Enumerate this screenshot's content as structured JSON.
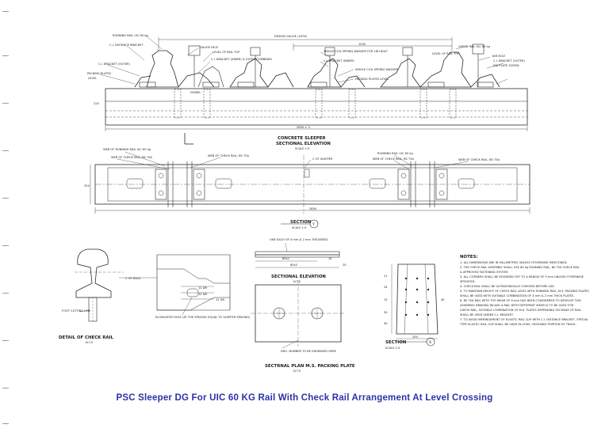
{
  "caption": "PSC Sleeper DG For UIC 60 KG Rail With Check Rail Arrangement At Level Crossing",
  "elevation": {
    "labels": {
      "running_rail": "RUNNING RAIL UIC 60 kg",
      "ci_distance_bracket": "C.I. DISTANCE BRACKET",
      "ci_bracket_outer": "C.I. BRACKET (OUTER)",
      "packing_plates": "PACKING PLATES",
      "level": "LEVEL",
      "gauge_face": "GAUGE FACE",
      "level_rail_top": "LEVEL OF RAIL TOP",
      "ci_bracket_inner": "C.I. BRACKET (INNER) & OUTER COMBINED",
      "design_gauge": "DESIGN GAUGE (1676)",
      "single_coil_washer_bolt": "SINGLE COIL SPRING WASHER FOR 18H BOLT",
      "ci_bracket_inner_short": "C.I. BRACKET (INNER)",
      "single_coil_washer": "SINGLE COIL SPRING WASHER",
      "packing_plates_level": "PACKING PLATES LEVEL",
      "dowel": "DOWEL",
      "check_rail": "CHECK RAIL UIC 60 kg",
      "level_rail_top_right": "LEVEL OF RAIL TOP",
      "bolt_18h": "18H BOLT",
      "ci_bracket_outer_right": "C.I. BRACKET (OUTER)",
      "dia_plate_screw": "DIA PLATE SCREW",
      "dim_1500": "1500",
      "dim_2850": "2850 ± 3",
      "dim_side": "220"
    },
    "title": "CONCRETE SLEEPER",
    "subtitle": "SECTIONAL ELEVATION",
    "scale": "SCALE 1:5"
  },
  "plan": {
    "labels": {
      "web_running_rail": "WEB OF RUNNING RAIL UIC 60 kg",
      "web_check_rail_left": "WEB OF CHECK RAIL, BS 75A",
      "web_check_rail_mid": "WEB OF CHECK RAIL, BS 75A",
      "cl_sleeper": "C OF SLEEPER",
      "running_rail_right": "RUNNING RAIL UIC 60 kg",
      "web_check_rail_right": "WEB OF CHECK RAIL, BS 75A",
      "web_check_rail_far": "WEB OF CHECK RAIL, BS 75A",
      "dim_2850": "2850",
      "side_dim": "250"
    },
    "section_title": "SECTION",
    "section_mark": "Y",
    "scale": "SCALE 1:5"
  },
  "check_rail_detail": {
    "title": "DETAIL OF CHECK RAIL",
    "scale": "N.T.S",
    "labels": {
      "cl_hole": "C OF HOLE",
      "dim1": "12 DR",
      "dim2": "12 DR",
      "dim3": "12 DR",
      "foot_cutting": "FOOT CUTTING LINE",
      "elongated_hole": "ELONGATED HOLE (AT THE SPACING EQUAL TO SLEEPER SPACING)"
    }
  },
  "packing_plate": {
    "note_top": "ONE EACH OF 4 mm & 2 mm THICKNESS",
    "dim_a": "80x1",
    "dim_b": "80x2",
    "dim_c": "10",
    "dim_d": "20",
    "elev_title": "SECTIONAL ELEVATION",
    "elev_scale": "N.T.S",
    "engrave_note": "DRG. NUMBER TO BE ENGRAVED HERE",
    "plan_title": "SECTRNAL PLAN M.S. PACKING PLATE",
    "plan_scale": "N.T.S"
  },
  "section_x": {
    "title": "SECTION",
    "mark": "X",
    "scale": "SCALE 1:5",
    "dims": [
      "21",
      "24",
      "15",
      "30",
      "30",
      "250",
      "40"
    ]
  },
  "notes": {
    "title": "NOTES:",
    "items": [
      "1. ALL DIMENSIONS ARE IN MILLIMETRES UNLESS OTHERWISE MENTIONED.",
      "2. THE CHECK RAIL ASSEMBLY SHALL USE 60 kg RUNNING RAIL, BS 75A CHECK RAIL",
      "   & APPROVED FASTENING SYSTEM.",
      "3. ALL CORNERS SHALL BE ROUNDED OFF TO A RADIUS OF 5 mm UNLESS OTHERWISE",
      "   SPECIFIED.",
      "4. CHECK RAIL SHALL BE ULTRASONICALLY CHECKED BEFORE USE.",
      "5. TO MAINTAIN HEIGHT OF CHECK RAIL LEVEL WITH RUNNING RAIL, M.S. PACKING PLATES",
      "   SHALL BE USED WITH SUITABLE COMBINATION OF 4 mm & 2 mm THICK PLATES.",
      "6. BS 75A RAIL WITH TOP WEAR OF 6 mm HAS BEEN CONSIDERED TO DEVELOP THIS",
      "   ASSEMBLY. BRAKING INCASE A RAIL WITH DIFFERENT WEAR IS TO BE USED FOR",
      "   CHECK RAIL, SUITABLE COMBINATION OF M.S. PLATES DEPENDING ON WEAR OF RAIL",
      "   SHALL BE USED UNDER C.I. BRACKET.",
      "7. TO AVOID INFRINGEMENT OF ELASTIC RAIL CLIP WITH C.I. DISTANCE BRACKET, SPECIAL",
      "   TYPE ELASTIC RAIL CLIP SHALL BE USED IN LEVEL CROSSING PORTION OF TRACK."
    ]
  }
}
